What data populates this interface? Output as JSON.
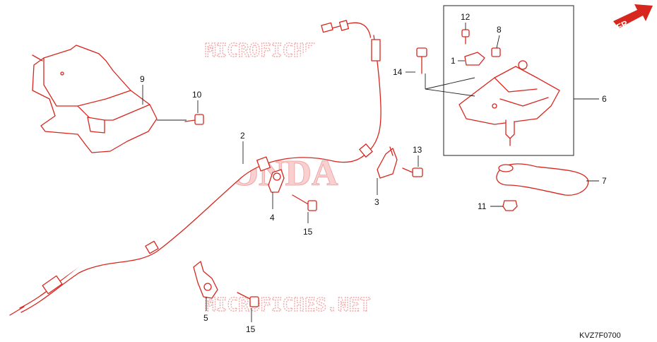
{
  "watermarks": {
    "top": "MICROFICHES.NET",
    "bottom": "MICROFICHES.NET",
    "center": "HONDA"
  },
  "direction_label": "FR.",
  "diagram_code": "KVZ7F0700",
  "callouts": [
    "1",
    "2",
    "3",
    "4",
    "5",
    "6",
    "7",
    "8",
    "9",
    "10",
    "11",
    "12",
    "13",
    "14",
    "15",
    "15"
  ],
  "colors": {
    "part_stroke": "#d7261e",
    "watermark": "#f0a9a9",
    "watermark_fill": "#f8d0d0",
    "text": "#111111",
    "arrow": "#d7261e"
  }
}
